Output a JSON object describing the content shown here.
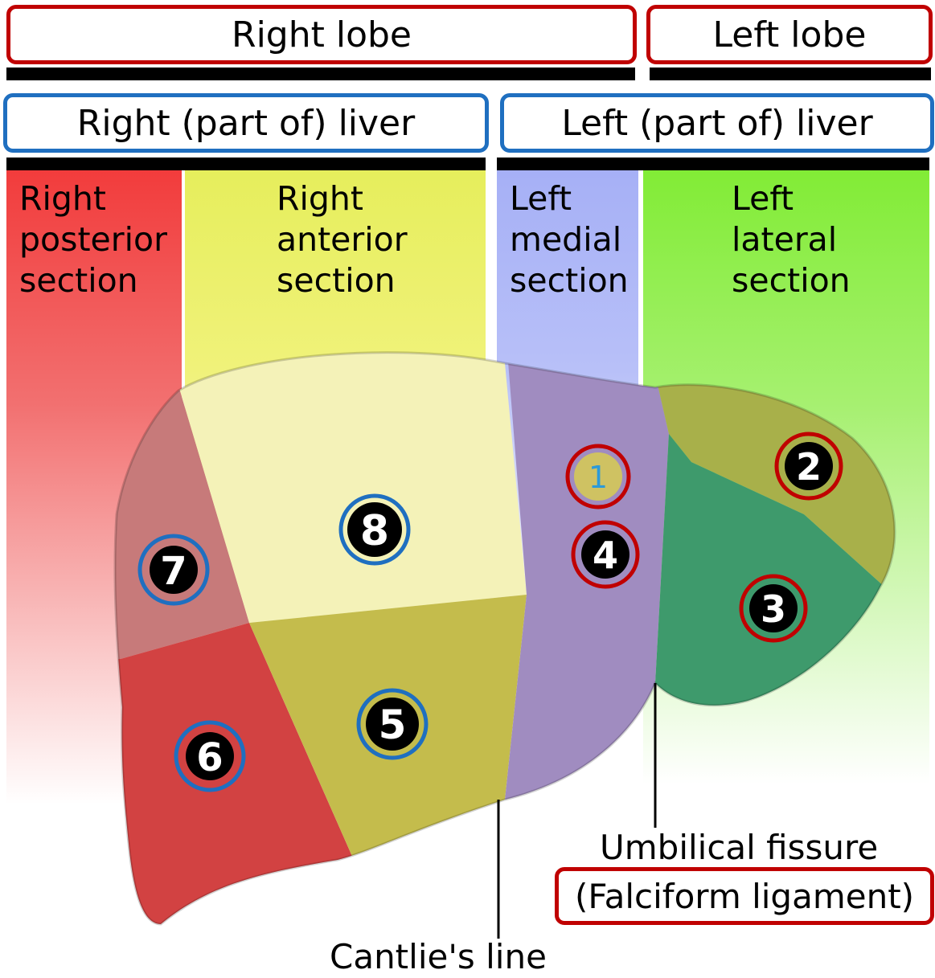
{
  "lobes": {
    "right": "Right lobe",
    "left": "Left lobe"
  },
  "livers": {
    "right": "Right (part of) liver",
    "left": "Left (part of) liver"
  },
  "sections": {
    "right_posterior": "Right\nposterior\nsection",
    "right_anterior": "Right\nanterior\nsection",
    "left_medial": "Left\nmedial\nsection",
    "left_lateral": "Left\nlateral\nsection"
  },
  "segments": [
    "1",
    "2",
    "3",
    "4",
    "5",
    "6",
    "7",
    "8"
  ],
  "labels": {
    "umbilical": "Umbilical fissure",
    "falciform": "(Falciform ligament)",
    "cantlie": "Cantlie's line"
  },
  "colors": {
    "right_posterior": "#f04040",
    "right_anterior": "#eef060",
    "left_medial": "#aab4f8",
    "left_lateral": "#88ee44",
    "lobe_box": "#c00000",
    "liver_box": "#1f6fc0"
  }
}
